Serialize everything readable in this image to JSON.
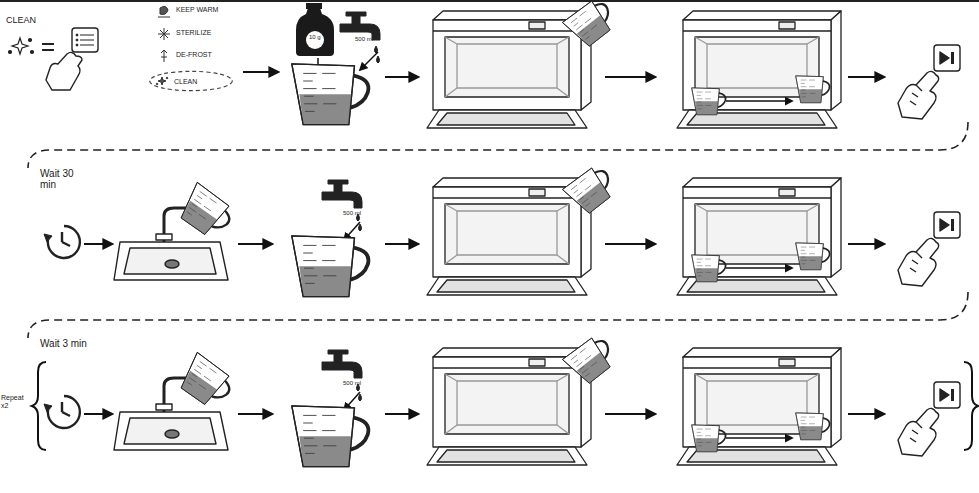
{
  "diagram": {
    "nodes": [
      {
        "text": [
          "CLEAN"
        ]
      }
    ],
    "labels": [
      "CLEAN",
      "KEEP WARM",
      "STERILIZE",
      "DE-FROST",
      "10 g",
      "500 ml",
      "Wait 30 min",
      "500 ml",
      "Wait 3 min",
      "500 ml",
      "Repeat x2"
    ]
  }
}
